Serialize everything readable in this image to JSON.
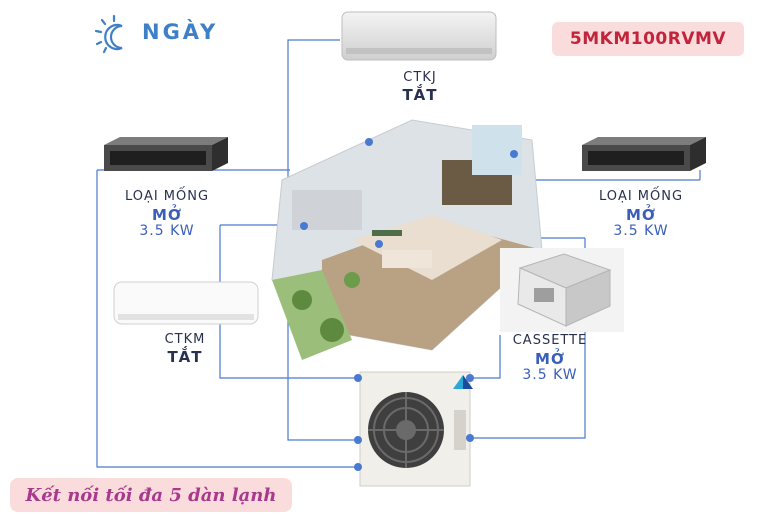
{
  "header": {
    "mode_icon": "sun-moon-icon",
    "mode_label": "NGÀY",
    "model": "5MKM100RVMV"
  },
  "units": [
    {
      "id": "ctkj",
      "name": "CTKJ",
      "state": "TẮT",
      "power": ""
    },
    {
      "id": "duct-left",
      "name": "LOẠI MỐNG",
      "state": "MỞ",
      "power": "3.5 KW"
    },
    {
      "id": "duct-right",
      "name": "LOẠI MỐNG",
      "state": "MỞ",
      "power": "3.5 KW"
    },
    {
      "id": "ctkm",
      "name": "CTKM",
      "state": "TẮT",
      "power": ""
    },
    {
      "id": "cassette",
      "name": "CASSETTE",
      "state": "MỞ",
      "power": "3.5 KW"
    }
  ],
  "outdoor_unit": {
    "brand_icon": "daikin-logo-icon"
  },
  "footer": {
    "text": "Kết nối tối đa 5 dàn lạnh"
  },
  "colors": {
    "line": "#4a7ad0",
    "badge_bg": "#fbdcdc",
    "model_text": "#c2253b",
    "footer_text": "#a83a8e",
    "day_text": "#3e80c8"
  }
}
